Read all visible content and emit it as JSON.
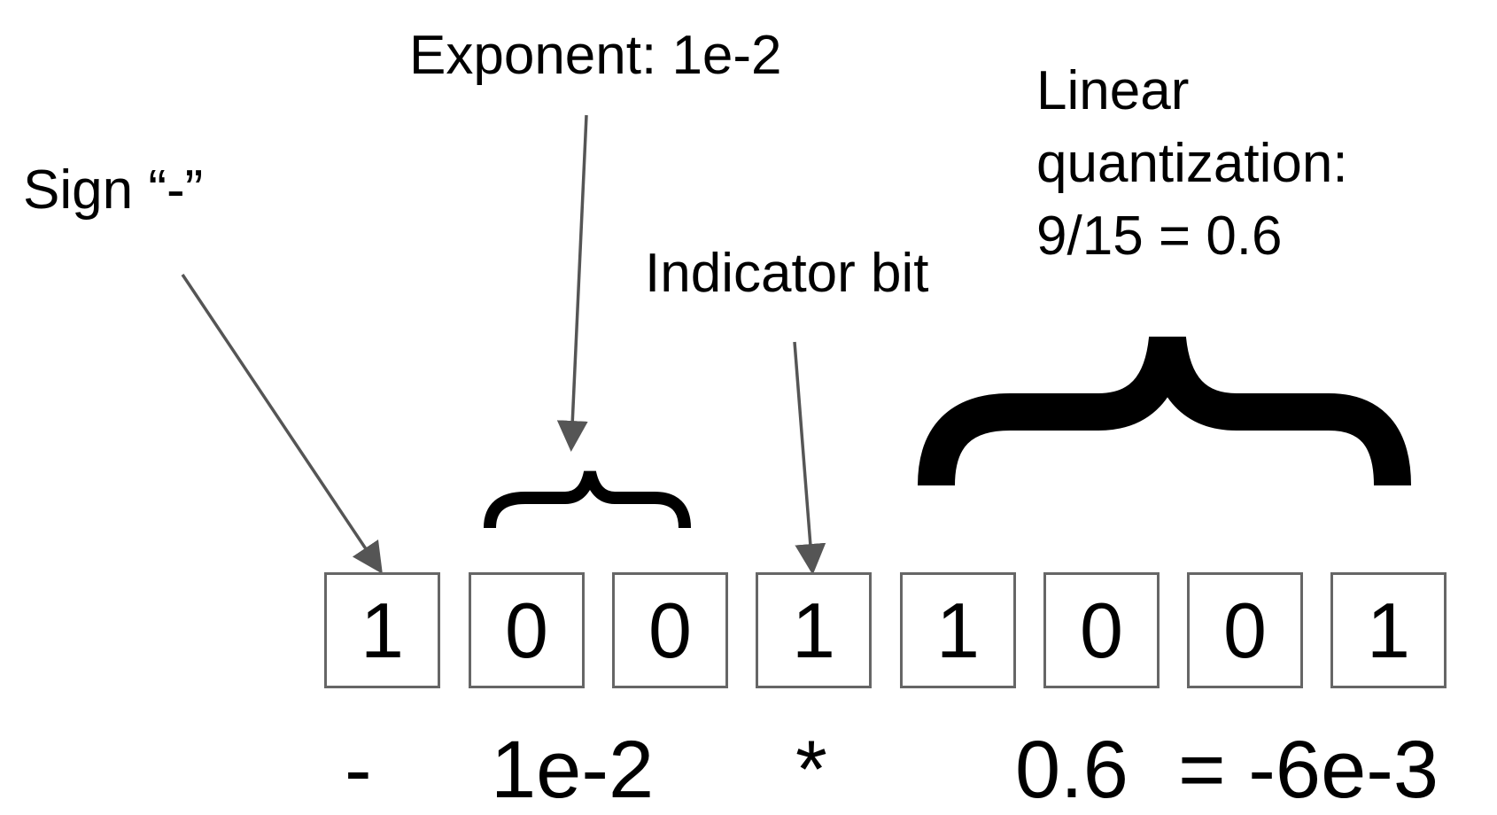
{
  "labels": {
    "sign": "Sign “-”",
    "exponent": "Exponent: 1e-2",
    "indicator": "Indicator bit",
    "linear_line1": "Linear",
    "linear_line2": "quantization:",
    "linear_line3": "9/15 = 0.6"
  },
  "bits": [
    "1",
    "0",
    "0",
    "1",
    "1",
    "0",
    "0",
    "1"
  ],
  "bottom_row": {
    "sign": "-",
    "exponent": "1e-2",
    "multiply": "*",
    "value": "0.6",
    "result": "= -6e-3"
  },
  "colors": {
    "arrow": "#555555",
    "box_border": "#666666",
    "text": "#000000"
  }
}
